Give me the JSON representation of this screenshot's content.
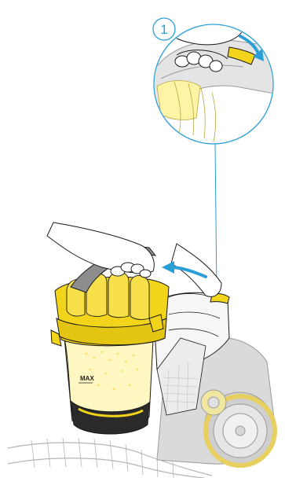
{
  "figure": {
    "step_number": "1",
    "max_label": "MAX",
    "colors": {
      "accent_blue": "#2a9fd6",
      "body_yellow": "#f2d41a",
      "body_yellow_dark": "#d6b800",
      "bin_clear": "#ffe86a",
      "grey_body": "#c9c9c9",
      "grey_line": "#9a9a9a",
      "outline": "#1a1a1a"
    },
    "icons": [
      "step-badge",
      "rotate-arrow-icon",
      "lift-arrow-icon"
    ]
  }
}
